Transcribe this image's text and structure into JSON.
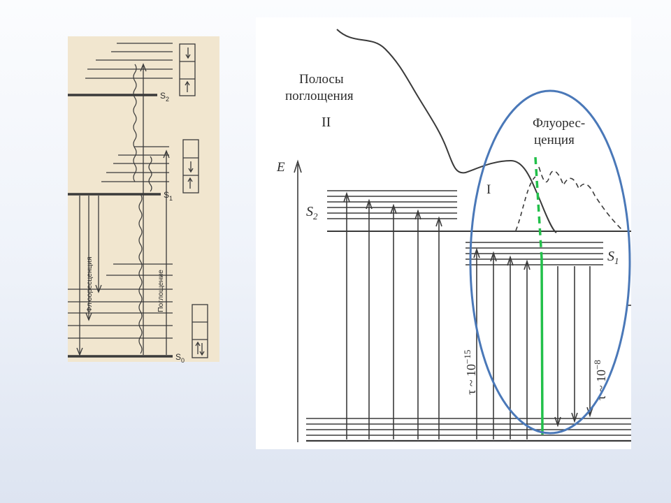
{
  "left_diagram": {
    "levels": {
      "s2": "S",
      "s2_sub": "2",
      "s1": "S",
      "s1_sub": "1",
      "s0": "S",
      "s0_sub": "0"
    },
    "fluorescence_label": "Флюоресценция",
    "absorption_label": "Поглощение"
  },
  "right_diagram": {
    "absorption_bands": {
      "line1": "Полосы",
      "line2": "поглощения"
    },
    "band_II": "II",
    "band_I": "I",
    "fluorescence": {
      "line1": "Флуорес-",
      "line2": "ценция"
    },
    "energy_axis": "E",
    "level_s2": {
      "base": "S",
      "sub": "2"
    },
    "level_s1": {
      "base": "S",
      "sub": "1"
    },
    "tau_absorption": {
      "prefix": "τ ~ 10",
      "exp": "−15"
    },
    "tau_fluorescence": {
      "prefix": "τ ~ 10",
      "exp": "−8"
    }
  },
  "highlight": {
    "ellipse_color": "#4a78b8",
    "transition_color": "#22c04a"
  }
}
